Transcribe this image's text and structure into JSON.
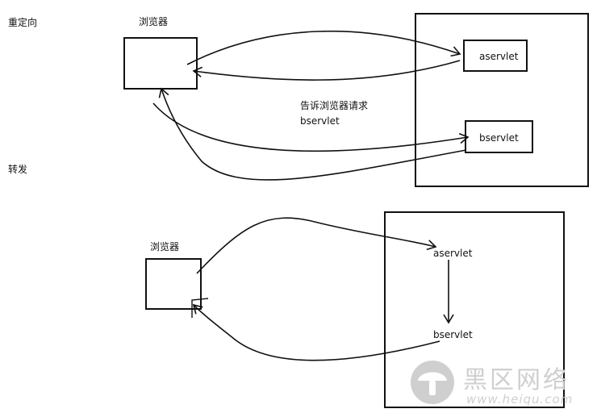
{
  "redirect": {
    "section_label": "重定向",
    "browser_label": "浏览器",
    "servlet_a": "aservlet",
    "servlet_b": "bservlet",
    "note_line1": "告诉浏览器请求",
    "note_line2": "bservlet"
  },
  "forward": {
    "section_label": "转发",
    "browser_label": "浏览器",
    "servlet_a": "aservlet",
    "servlet_b": "bservlet"
  },
  "watermark": {
    "name": "黑区网络",
    "url": "www.heiqu.com",
    "color": "#cfcfcf"
  },
  "colors": {
    "ink": "#111111"
  }
}
